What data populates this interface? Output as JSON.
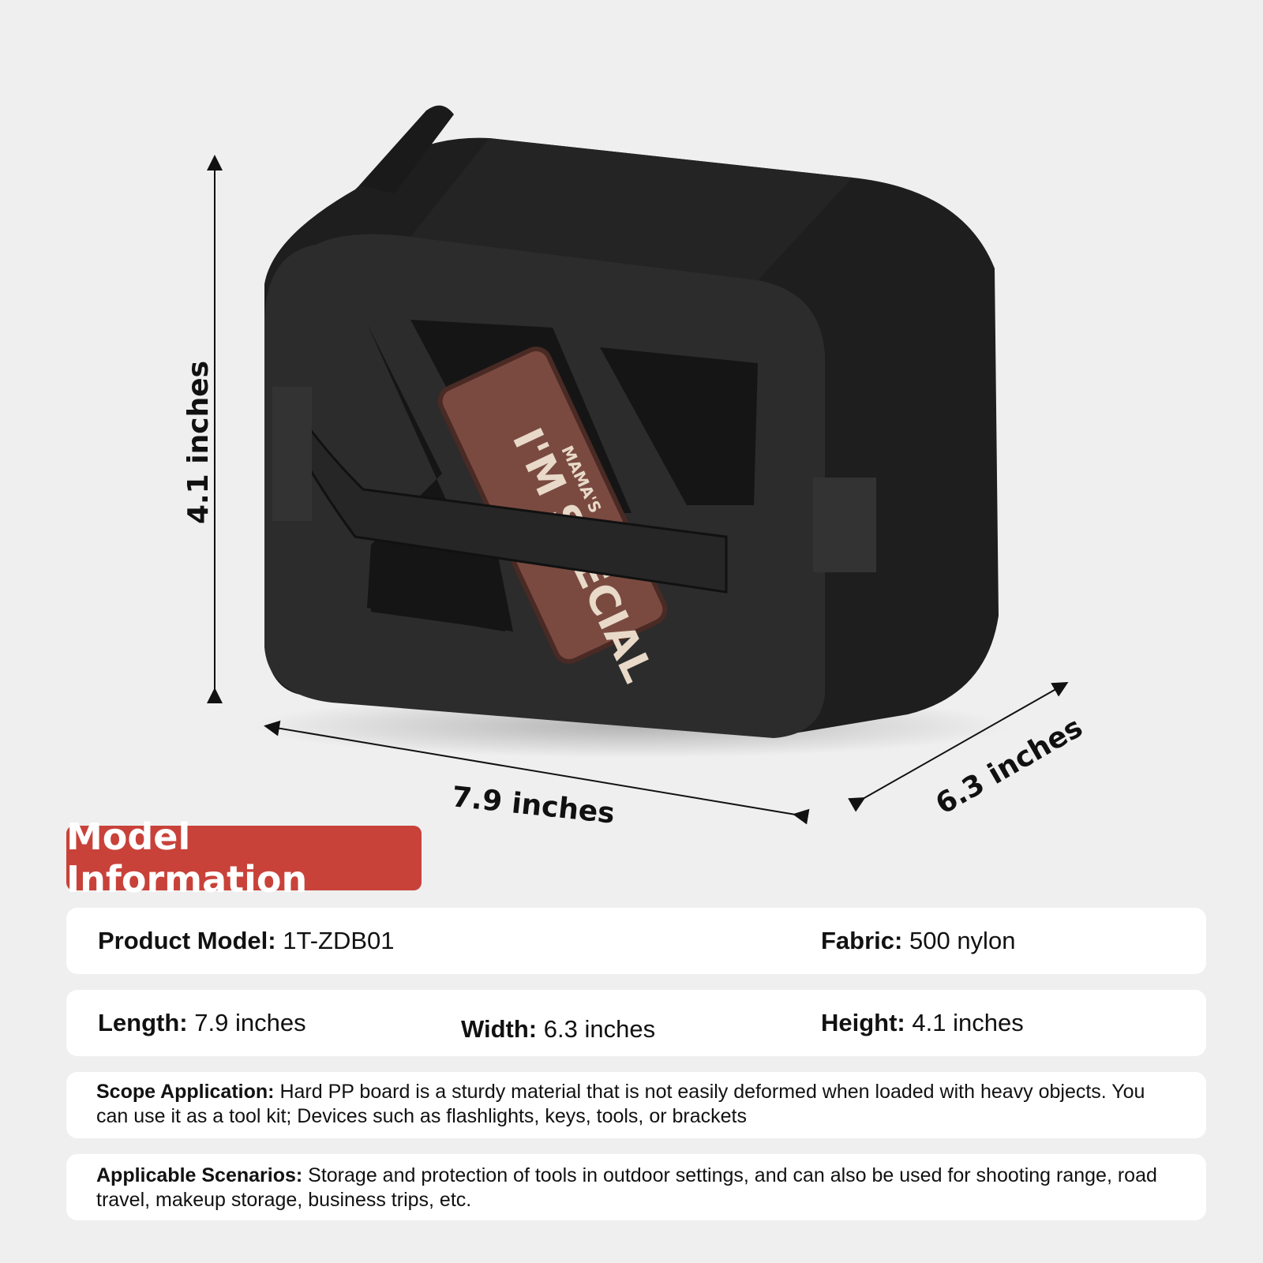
{
  "dimensions": {
    "height": "4.1 inches",
    "length": "7.9 inches",
    "width": "6.3 inches"
  },
  "patch": {
    "main_text": "I'M SPECIAL",
    "small_text": "MAMA'S"
  },
  "section_title": "Model Information",
  "info": {
    "product_model": {
      "label": "Product Model:",
      "value": "1T-ZDB01"
    },
    "fabric": {
      "label": "Fabric:",
      "value": "500 nylon"
    },
    "length": {
      "label": "Length:",
      "value": "7.9 inches"
    },
    "width": {
      "label": "Width:",
      "value": "6.3 inches"
    },
    "height": {
      "label": "Height:",
      "value": "4.1 inches"
    },
    "scope": {
      "label": "Scope Application:",
      "value": "Hard PP board is a sturdy material that is not easily deformed when loaded with heavy objects. You can use it as a tool kit; Devices such as flashlights, keys, tools, or brackets"
    },
    "scenarios": {
      "label": "Applicable Scenarios:",
      "value": "Storage and protection of tools in outdoor settings, and can also be used for shooting range, road travel, makeup storage, business trips, etc."
    }
  },
  "colors": {
    "accent": "#c8423a",
    "background": "#efefef",
    "bag": "#2a2a2a",
    "patch": "#7a4a40"
  }
}
